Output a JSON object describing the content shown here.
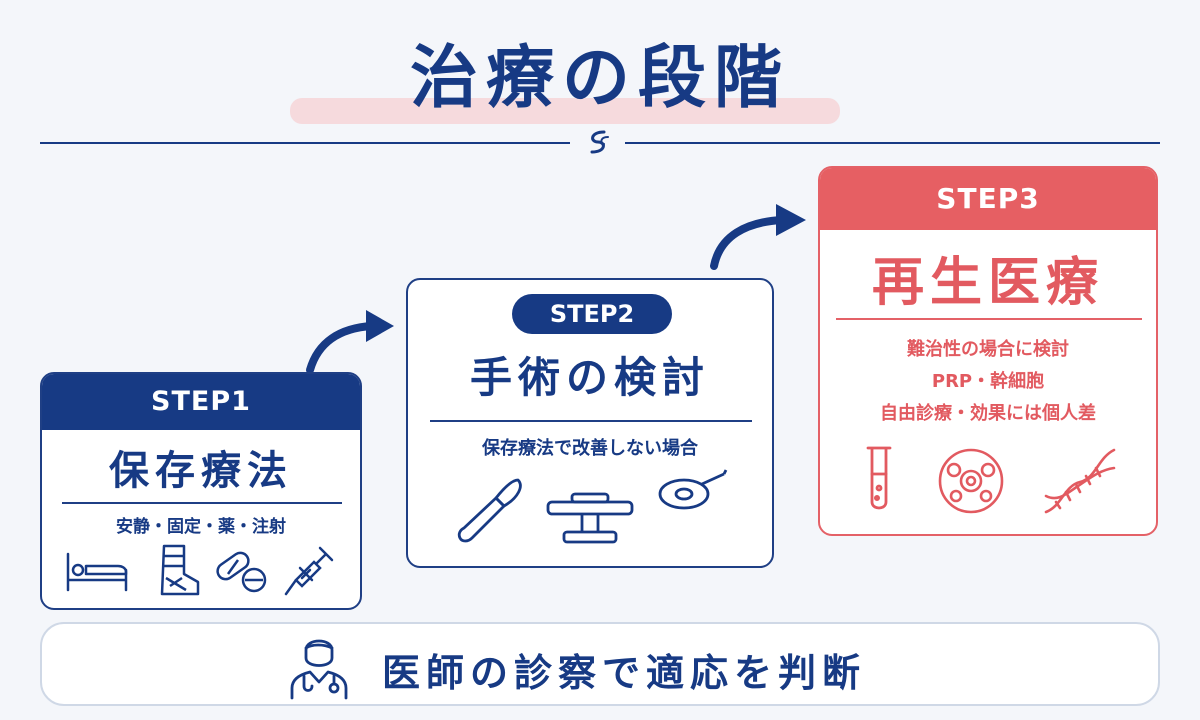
{
  "title": "治療の段階",
  "steps": [
    {
      "label": "STEP1",
      "title": "保存療法",
      "desc": "安静・固定・薬・注射",
      "icons": [
        "bed-icon",
        "ankle-brace-icon",
        "pills-icon",
        "syringe-icon"
      ]
    },
    {
      "label": "STEP2",
      "title": "手術の検討",
      "desc": "保存療法で改善しない場合",
      "icons": [
        "scalpel-icon",
        "operating-table-icon",
        "surgical-light-icon"
      ]
    },
    {
      "label": "STEP3",
      "title": "再生医療",
      "desc_lines": [
        "難治性の場合に検討",
        "PRP・幹細胞",
        "自由診療・効果には個人差"
      ],
      "icons": [
        "test-tube-icon",
        "cell-culture-icon",
        "dna-icon"
      ]
    }
  ],
  "footer": {
    "text": "医師の診察で適応を判断",
    "icon": "doctor-icon"
  },
  "colors": {
    "navy": "#173a84",
    "red": "#e65f63",
    "background": "#f4f6fa"
  }
}
